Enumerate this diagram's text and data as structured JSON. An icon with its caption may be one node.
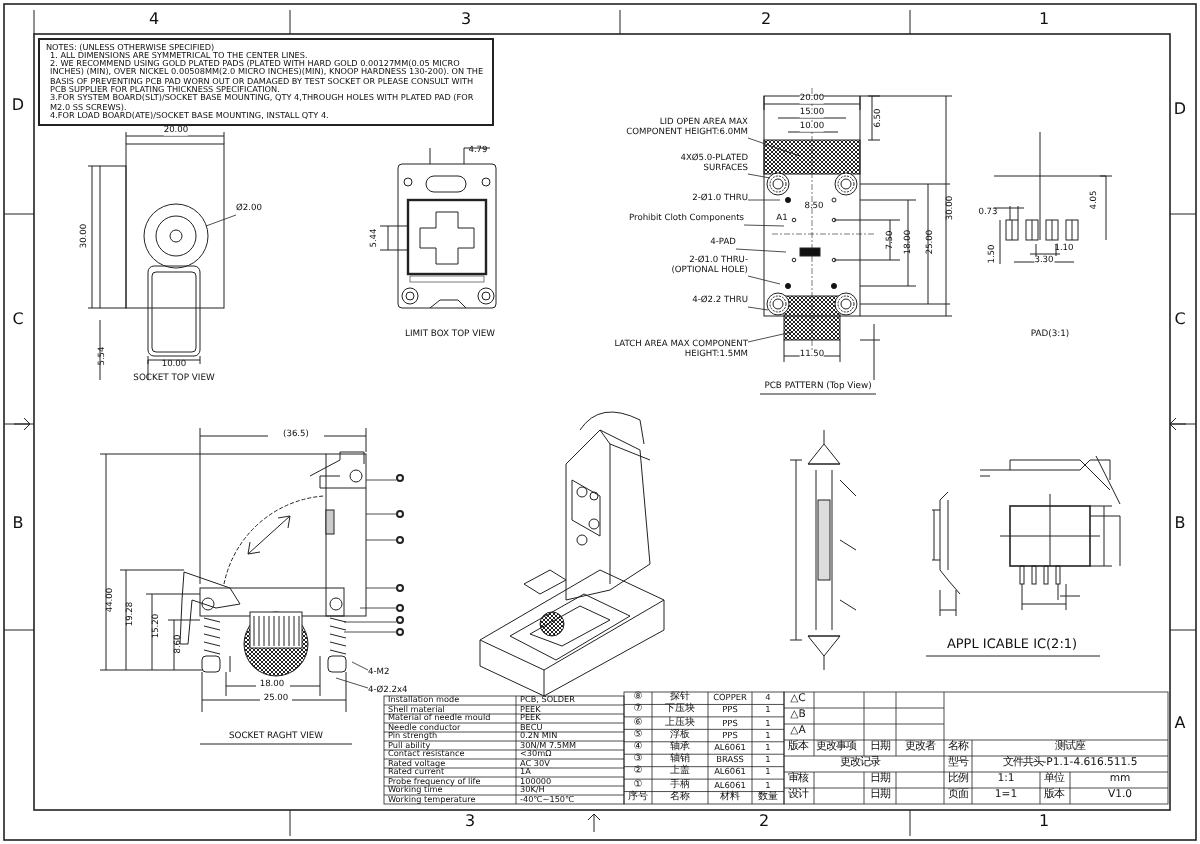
{
  "diagram": {
    "nodes": [
      {
        "text": [
          "NOTES: (UNLESS OTHERWISE SPECIFIED)",
          "1. ALL DIMENSIONS ARE SYMMETRICAL TO THE CENTER LINES.",
          "2. WE RECOMMEND USING GOLD PLATED PADS (PLATED WITH HARD GOLD 0.00127MM(0.05 MICRO INCHES) (MIN), OVER NICKEL 0.00508MM(2.0 MICRO INCHES)(MIN), KNOOP HARDNESS 130-200). ON THE BASIS OF PREVENTING PCB PAD WORN OUT OR DAMAGED BY TEST SOCKET OR PLEASE CONSULT WITH PCB SUPPLIER FOR PLATING THICKNESS SPECIFICATION.",
          "3.FOR SYSTEM BOARD(SLT)/SOCKET BASE MOUNTING, QTY 4,THROUGH HOLES WITH PLATED PAD (FOR M2.0 SS SCREWS).",
          "4.FOR LOAD BOARD(ATE)/SOCKET BASE MOUNTING, INSTALL QTY 4."
        ]
      },
      {
        "text": [
          "Ø2.00"
        ]
      },
      {
        "text": [
          "LID OPEN AREA MAX COMPONENT HEIGHT:6.0MM"
        ]
      },
      {
        "text": [
          "4XØ5.0-PLATED SURFACES"
        ]
      },
      {
        "text": [
          "2-Ø1.0 THRU"
        ]
      },
      {
        "text": [
          "Prohibit Cloth Components"
        ]
      },
      {
        "text": [
          "4-PAD"
        ]
      },
      {
        "text": [
          "2-Ø1.0 THRU-(OPTIONAL HOLE)"
        ]
      },
      {
        "text": [
          "4-Ø2.2 THRU"
        ]
      },
      {
        "text": [
          "LATCH AREA MAX COMPONENT HEIGHT:1.5MM"
        ]
      },
      {
        "text": [
          "4-M2"
        ]
      },
      {
        "text": [
          "4-Ø2.2x4"
        ]
      },
      {
        "text": [],
        "shape": "circle"
      },
      {
        "text": [],
        "shape": "circle"
      },
      {
        "text": [],
        "shape": "circle"
      },
      {
        "text": [],
        "shape": "circle"
      },
      {
        "text": [],
        "shape": "circle"
      },
      {
        "text": [],
        "shape": "circle"
      },
      {
        "text": [],
        "shape": "circle"
      },
      {
        "text": [],
        "shape": "picture"
      },
      {
        "text": [],
        "shape": "picture"
      },
      {
        "text": [],
        "shape": "picture"
      }
    ],
    "edges": [
      {
        "from": 1,
        "to": 19,
        "arrow": "none"
      },
      {
        "from": 2,
        "to": 20,
        "arrow": "none"
      },
      {
        "from": 3,
        "to": 20,
        "arrow": "none"
      },
      {
        "from": 4,
        "to": 20,
        "arrow": "none"
      },
      {
        "from": 5,
        "to": 20,
        "arrow": "none"
      },
      {
        "from": 6,
        "to": 20,
        "arrow": "none"
      },
      {
        "from": 7,
        "to": 20,
        "arrow": "none"
      },
      {
        "from": 8,
        "to": 20,
        "arrow": "none"
      },
      {
        "from": 9,
        "to": 20,
        "arrow": "none"
      },
      {
        "from": 10,
        "to": 21,
        "arrow": "none"
      },
      {
        "from": 11,
        "to": 21,
        "arrow": "none"
      },
      {
        "from": 12,
        "to": 21,
        "arrow": "none"
      },
      {
        "from": 13,
        "to": 21,
        "arrow": "none"
      },
      {
        "from": 14,
        "to": 21,
        "arrow": "none"
      },
      {
        "from": 15,
        "to": 21,
        "arrow": "none"
      },
      {
        "from": 16,
        "to": 21,
        "arrow": "none"
      },
      {
        "from": 17,
        "to": 21,
        "arrow": "none"
      },
      {
        "from": 18,
        "to": 21,
        "arrow": "none"
      }
    ],
    "labels": [
      "4",
      "3",
      "2",
      "1",
      "D",
      "C",
      "B",
      "D",
      "C",
      "B",
      "A",
      "3",
      "2",
      "1",
      "20.00",
      "30.00",
      "10.00",
      "5.54",
      "SOCKET TOP VIEW",
      "4.79",
      "5.44",
      "LIMIT BOX  TOP VIEW",
      "20.00",
      "15.00",
      "10.00",
      "6.50",
      "A1",
      "8.50",
      "7.50",
      "18.00",
      "25.00",
      "30.00",
      "11.50",
      "PCB PATTERN (Top View)",
      "0.73",
      "4.05",
      "1.50",
      "1.10",
      "3.30",
      "PAD(3:1)",
      "(36.5)",
      "44.00",
      "19.28",
      "15.20",
      "8.60",
      "18.00",
      "25.00",
      "SOCKET RAGHT VIEW",
      "APPL ICABLE IC(2:1)",
      "Installation mode",
      "PCB, SOLDER",
      "Shell material",
      "PEEK",
      "Material of needle mould",
      "PEEK",
      "Needle conductor",
      "BECU",
      "Pin strength",
      "0.2N MIN",
      "Pull ability",
      "30N/M 7.5MM",
      "Contact resistance",
      "<30mΩ",
      "Rated voltage",
      "AC 30V",
      "Rated current",
      "1A",
      "Probe frequency of life",
      "100000",
      "Working time",
      "30K/H",
      "Working temperature",
      "-40℃~150℃",
      "⑧",
      "探针",
      "COPPER",
      "4",
      "⑦",
      "下压块",
      "PPS",
      "1",
      "⑥",
      "上压块",
      "PPS",
      "1",
      "⑤",
      "浮板",
      "PPS",
      "1",
      "④",
      "轴承",
      "AL6061",
      "1",
      "③",
      "轴销",
      "BRASS",
      "1",
      "②",
      "上盖",
      "AL6061",
      "1",
      "①",
      "手柄",
      "AL6061",
      "1",
      "序号",
      "名称",
      "材料",
      "数量",
      "△C",
      "△B",
      "△A",
      "版本",
      "更改事项",
      "日期",
      "更改者",
      "更改记录",
      "审核",
      "日期",
      "设计",
      "日期",
      "名称",
      "测试座",
      "型号",
      "文件共头-P1.1-4.616.511.5",
      "比例",
      "1:1",
      "单位",
      "mm",
      "页面",
      "1=1",
      "版本",
      "V1.0"
    ]
  }
}
